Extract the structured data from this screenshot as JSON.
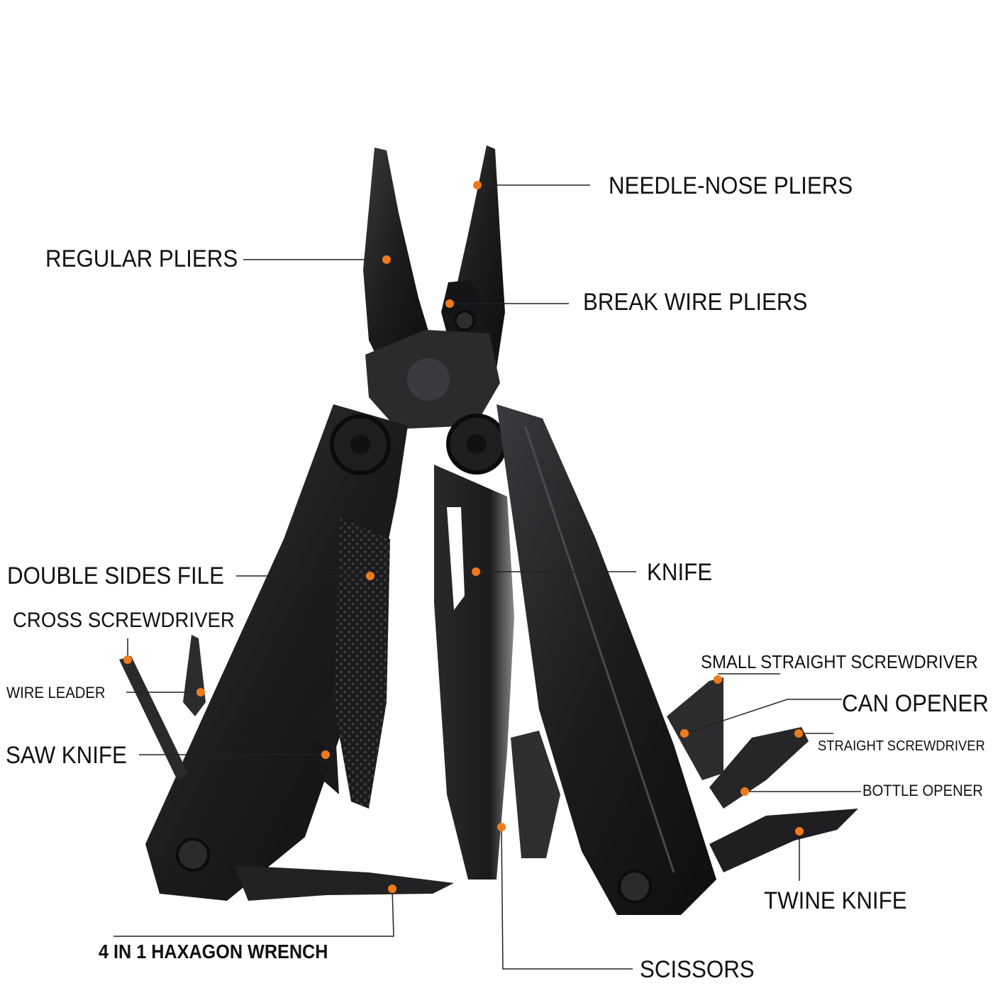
{
  "colors": {
    "background": "#ffffff",
    "tool_body": "#1c1c1e",
    "tool_highlight": "#4a4a4e",
    "leader_line": "#222222",
    "marker": "#f07a1a"
  },
  "labels": {
    "needle_nose_pliers": "NEEDLE-NOSE PLIERS",
    "regular_pliers": "REGULAR PLIERS",
    "break_wire_pliers": "BREAK WIRE PLIERS",
    "double_sides_file": "DOUBLE SIDES FILE",
    "knife": "KNIFE",
    "cross_screwdriver": "CROSS SCREWDRIVER",
    "wire_leader": "WIRE LEADER",
    "saw_knife": "SAW KNIFE",
    "small_straight_screwdriver": "SMALL STRAIGHT SCREWDRIVER",
    "can_opener": "CAN OPENER",
    "straight_screwdriver": "STRAIGHT SCREWDRIVER",
    "bottle_opener": "BOTTLE OPENER",
    "twine_knife": "TWINE KNIFE",
    "hexagon_wrench": "4 IN 1 HAXAGON WRENCH",
    "scissors": "SCISSORS"
  }
}
